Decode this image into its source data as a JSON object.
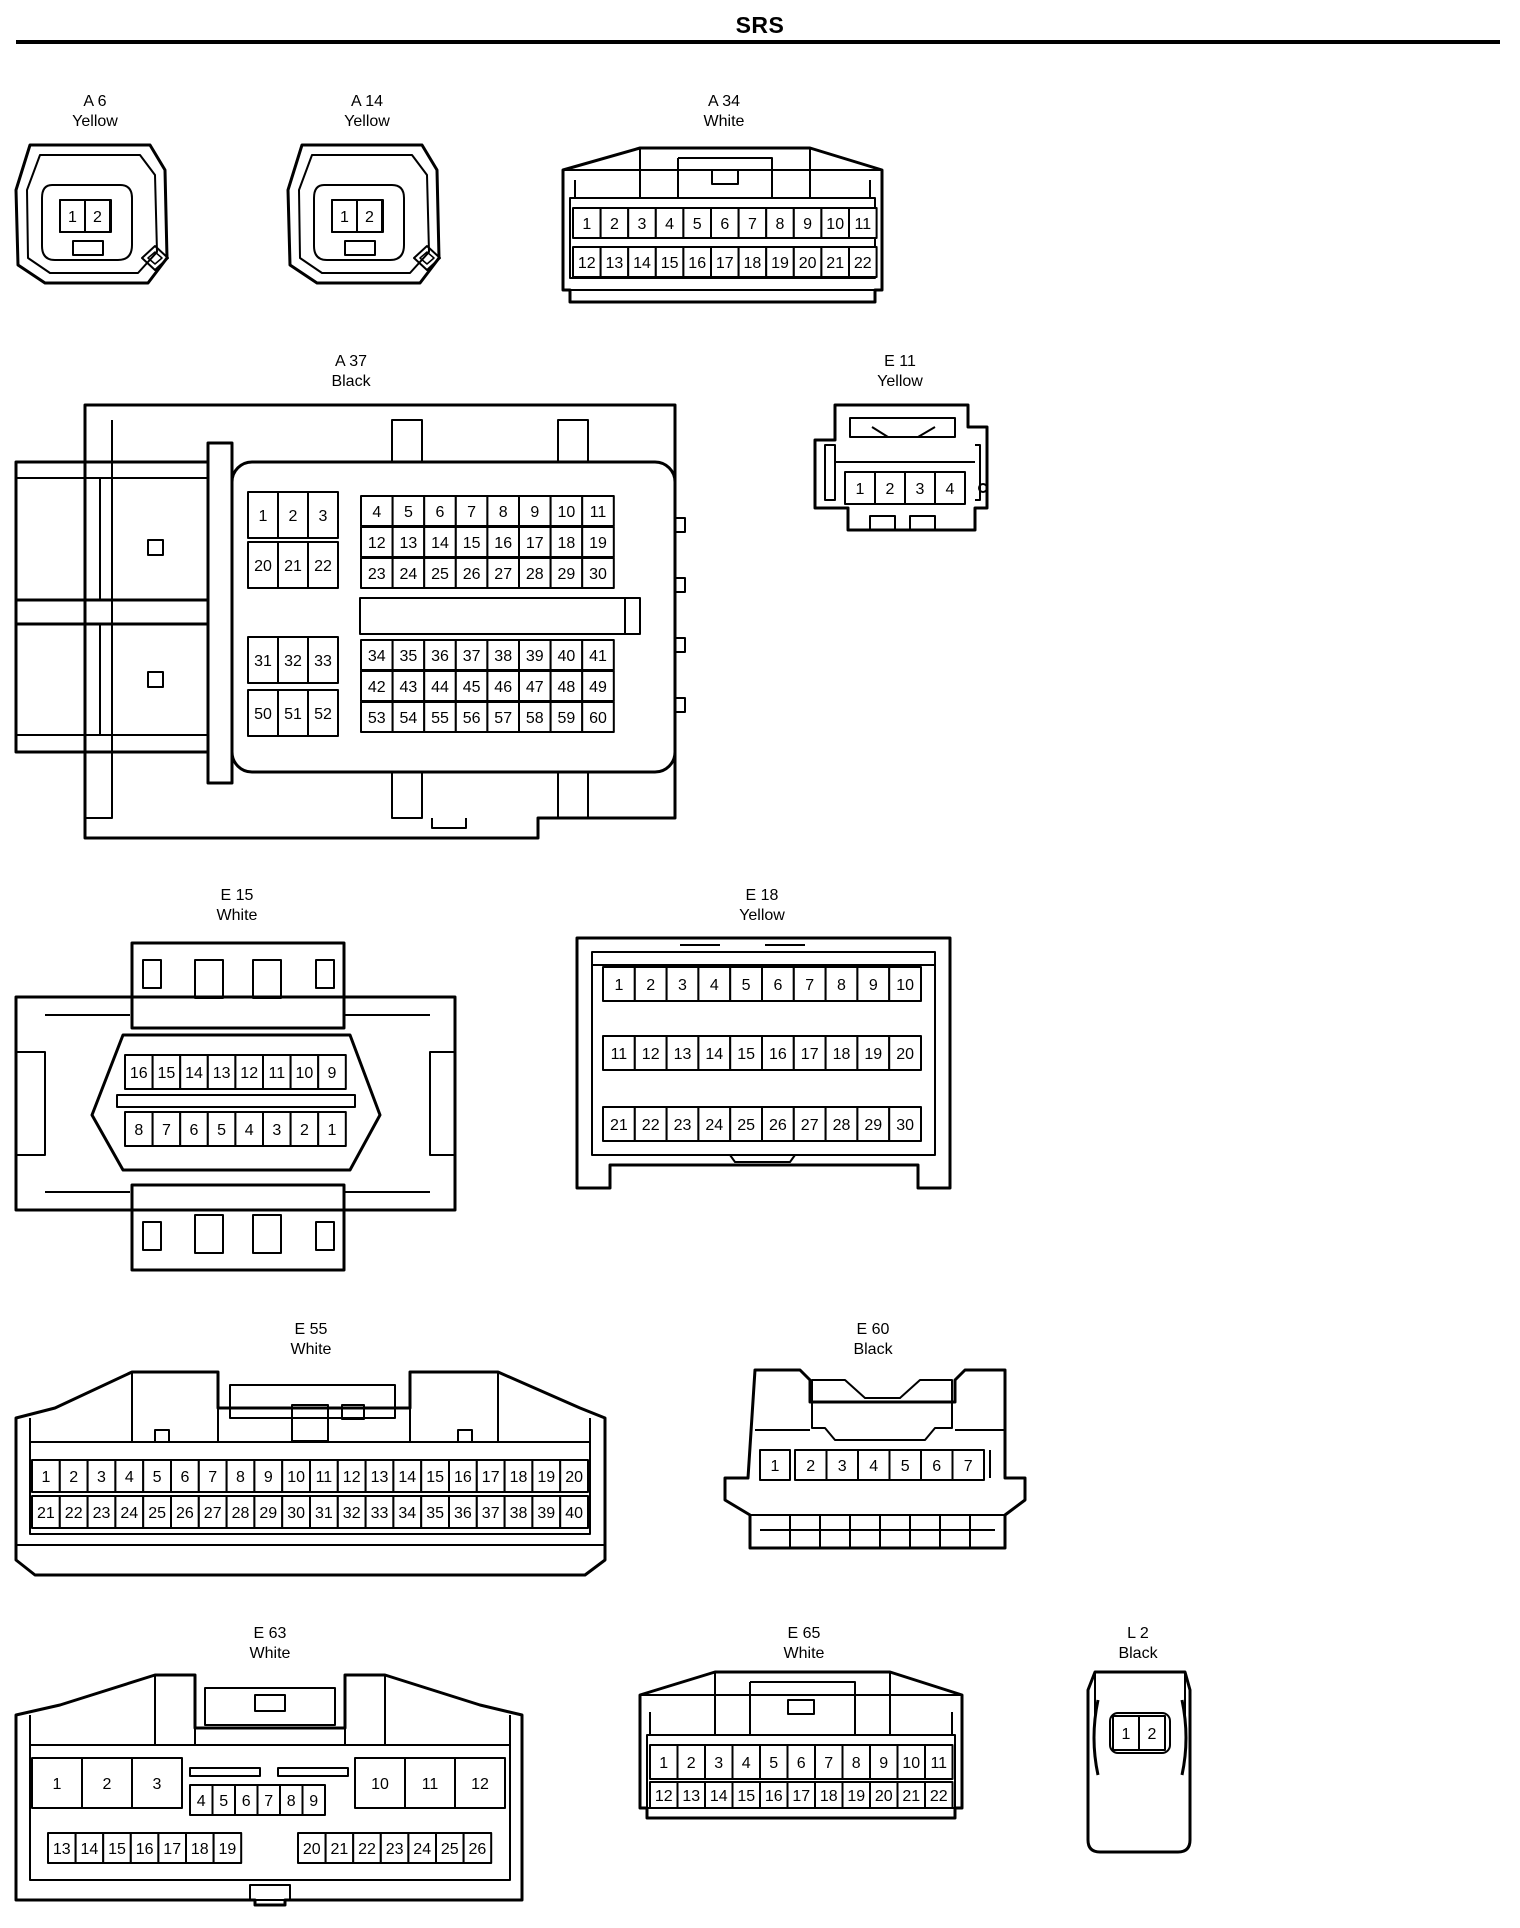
{
  "header": {
    "title": "SRS"
  },
  "connectors": [
    {
      "id": "A 6",
      "color": "Yellow"
    },
    {
      "id": "A 14",
      "color": "Yellow"
    },
    {
      "id": "A 34",
      "color": "White"
    },
    {
      "id": "A 37",
      "color": "Black"
    },
    {
      "id": "E 11",
      "color": "Yellow"
    },
    {
      "id": "E 15",
      "color": "White"
    },
    {
      "id": "E 18",
      "color": "Yellow"
    },
    {
      "id": "E 55",
      "color": "White"
    },
    {
      "id": "E 60",
      "color": "Black"
    },
    {
      "id": "E 63",
      "color": "White"
    },
    {
      "id": "E 65",
      "color": "White"
    },
    {
      "id": "L 2",
      "color": "Black"
    }
  ]
}
